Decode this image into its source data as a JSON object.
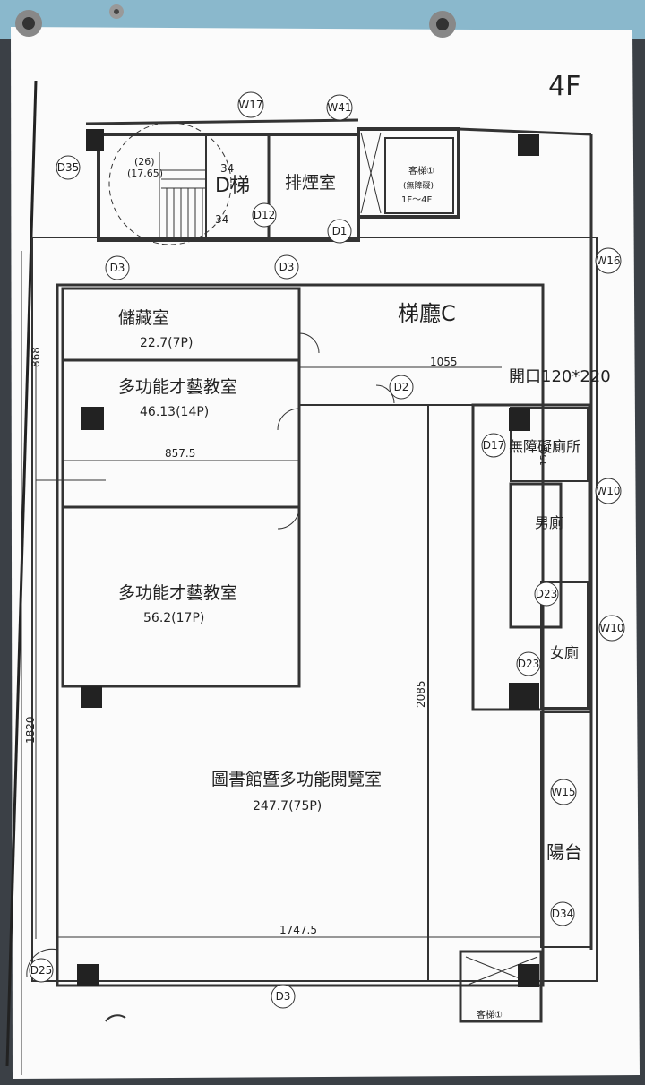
{
  "floor_label": "4F",
  "rooms": {
    "storage": {
      "name": "儲藏室",
      "area": "22.7(7P)"
    },
    "classroom_1": {
      "name": "多功能才藝教室",
      "area": "46.13(14P)"
    },
    "classroom_2": {
      "name": "多功能才藝教室",
      "area": "56.2(17P)"
    },
    "library": {
      "name": "圖書館暨多功能閱覽室",
      "area": "247.7(75P)"
    },
    "lobby": {
      "name": "梯廳C"
    },
    "smoke_room": {
      "name": "排煙室"
    },
    "stair": {
      "name": "D梯",
      "count": "(26)",
      "rise": "(17.65)",
      "step_up": "34",
      "step_down": "34"
    },
    "elevator": {
      "name": "客梯①",
      "note": "(無障礙)",
      "range": "1F～4F"
    },
    "elevator_2": {
      "name": "客梯①"
    },
    "accessible_wc": {
      "name": "無障礙廁所"
    },
    "mens_wc": {
      "name": "男廁"
    },
    "womens_wc": {
      "name": "女廁"
    },
    "balcony": {
      "name": "陽台"
    }
  },
  "dimensions": {
    "d868": "868",
    "d1055": "1055",
    "opening": "開口120*220",
    "d857_5": "857.5",
    "d2085": "2085",
    "d1820": "1820",
    "d1747_5": "1747.5",
    "d150": "150"
  },
  "tags": {
    "w17": "W17",
    "w41": "W41",
    "w16": "W16",
    "w10a": "W10",
    "w10b": "W10",
    "w15": "W15",
    "d35": "D35",
    "d12": "D12",
    "d1": "D1",
    "d3a": "D3",
    "d3b": "D3",
    "d3c": "D3",
    "d2": "D2",
    "d17": "D17",
    "d23a": "D23",
    "d23b": "D23",
    "d34": "D34",
    "d25": "D25"
  }
}
